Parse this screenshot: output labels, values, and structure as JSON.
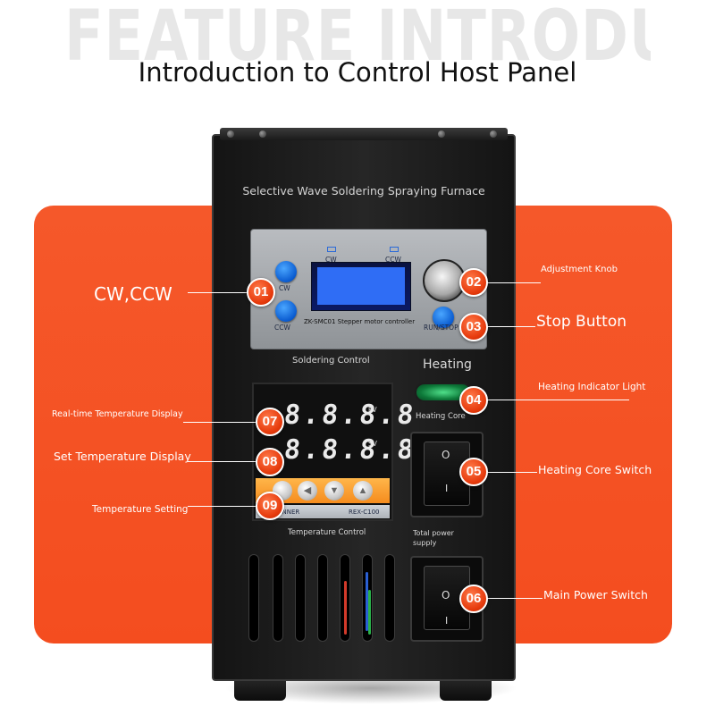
{
  "header": {
    "background_title": "FEATURE INTRODUCTION",
    "title": "Introduction to Control Host Panel"
  },
  "device": {
    "name_plate": "Selective Wave Soldering Spraying Furnace",
    "stepper_controller": {
      "cw_label": "CW",
      "ccw_label": "CCW",
      "led_cw_label": "CW",
      "led_ccw_label": "CCW",
      "model_text": "ZK-SMC01  Stepper motor controller",
      "run_stop_label": "RUN/STOP",
      "section_label": "Soldering Control"
    },
    "heating": {
      "title": "Heating",
      "core_label": "Heating Core"
    },
    "temperature_controller": {
      "pv_label": "PV",
      "sv_label": "SV",
      "pv_display": "8.8.8.8",
      "sv_display": "8.8.8.8",
      "brand": "OMG TINNER",
      "model": "REX-C100",
      "section_label": "Temperature Control"
    },
    "total_power_label": "Total power supply",
    "switch_on_mark": "I",
    "switch_off_mark": "O"
  },
  "callouts": [
    {
      "number": "01",
      "label": "CW,CCW"
    },
    {
      "number": "02",
      "label": "Adjustment Knob"
    },
    {
      "number": "03",
      "label": "Stop Button"
    },
    {
      "number": "04",
      "label": "Heating Indicator Light"
    },
    {
      "number": "05",
      "label": "Heating Core Switch"
    },
    {
      "number": "06",
      "label": "Main Power Switch"
    },
    {
      "number": "07",
      "label": "Real-time Temperature Display"
    },
    {
      "number": "08",
      "label": "Set Temperature Display"
    },
    {
      "number": "09",
      "label": "Temperature Setting"
    }
  ],
  "colors": {
    "accent_orange": "#f4501f",
    "badge_red": "#e63a0c",
    "lcd_blue": "#2f6df5",
    "indicator_green": "#2ec36a"
  }
}
